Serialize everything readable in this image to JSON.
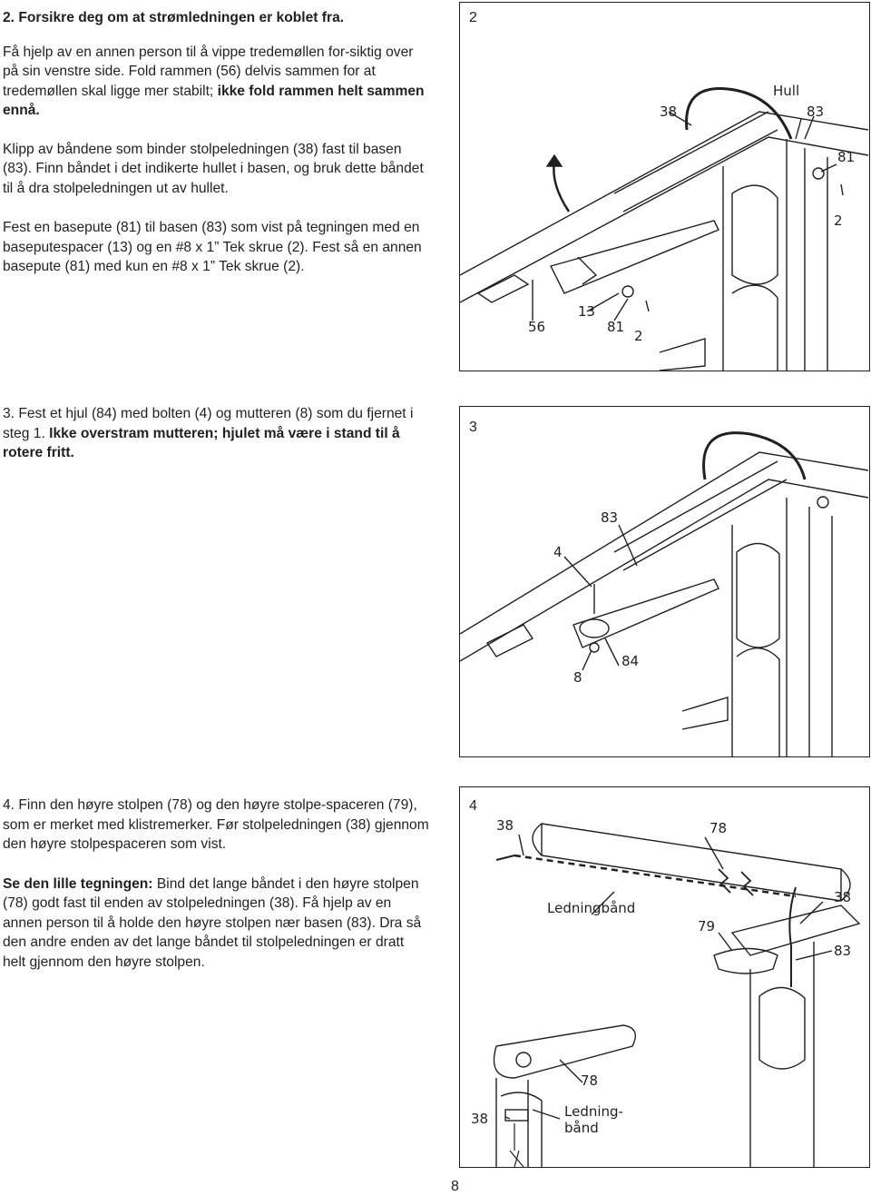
{
  "step2": {
    "title": "2. Forsikre deg om at strømledningen er koblet fra.",
    "p1_part1": "Få hjelp av en annen person til å vippe tredemøllen for-siktig over på sin venstre side. Fold rammen (56) delvis sammen for at tredemøllen skal ligge mer stabilt; ",
    "p1_bold": "ikke fold rammen helt sammen ennå.",
    "p2": "Klipp av båndene som binder stolpeledningen (38) fast til basen (83). Finn båndet i det indikerte hullet i basen, og bruk dette båndet til å dra stolpeledningen ut av hullet.",
    "p3": "Fest en basepute (81) til basen (83) som vist på tegningen med en baseputespacer (13) og en #8 x 1” Tek skrue (2). Fest så en annen basepute (81) med kun en #8 x 1” Tek skrue (2)."
  },
  "step3": {
    "title_part": "3. Fest et hjul (84) med bolten (4) og mutteren (8) som du fjernet i steg 1. ",
    "bold": "Ikke overstram mutteren; hjulet må være i stand til å rotere fritt."
  },
  "step4": {
    "p1": "4. Finn den høyre stolpen (78) og den høyre stolpe-spaceren (79), som er merket med klistremerker. Før stolpeledningen (38) gjennom den høyre stolpespaceren som vist.",
    "p2_bold": "Se den lille tegningen:",
    "p2_rest": " Bind det lange båndet i den høyre stolpen (78) godt fast til enden av stolpeledningen (38). Få hjelp av en annen person til å holde den høyre stolpen nær basen (83). Dra så den andre enden av det lange båndet til stolpeledningen er dratt helt gjennom den høyre stolpen."
  },
  "fig2": {
    "number": "2",
    "labels": {
      "hull": "Hull",
      "l38": "38",
      "l83": "83",
      "l81a": "81",
      "l2a": "2",
      "l56": "56",
      "l13": "13",
      "l81b": "81",
      "l2b": "2"
    }
  },
  "fig3": {
    "number": "3",
    "labels": {
      "l83": "83",
      "l4": "4",
      "l8": "8",
      "l84": "84"
    }
  },
  "fig4": {
    "number": "4",
    "labels": {
      "l38a": "38",
      "l78a": "78",
      "ledningband": "Ledningbånd",
      "l38b": "38",
      "l79": "79",
      "l83": "83",
      "l78b": "78",
      "l38c": "38",
      "ledning1": "Ledning-",
      "ledning2": "bånd"
    }
  },
  "page_number": "8"
}
